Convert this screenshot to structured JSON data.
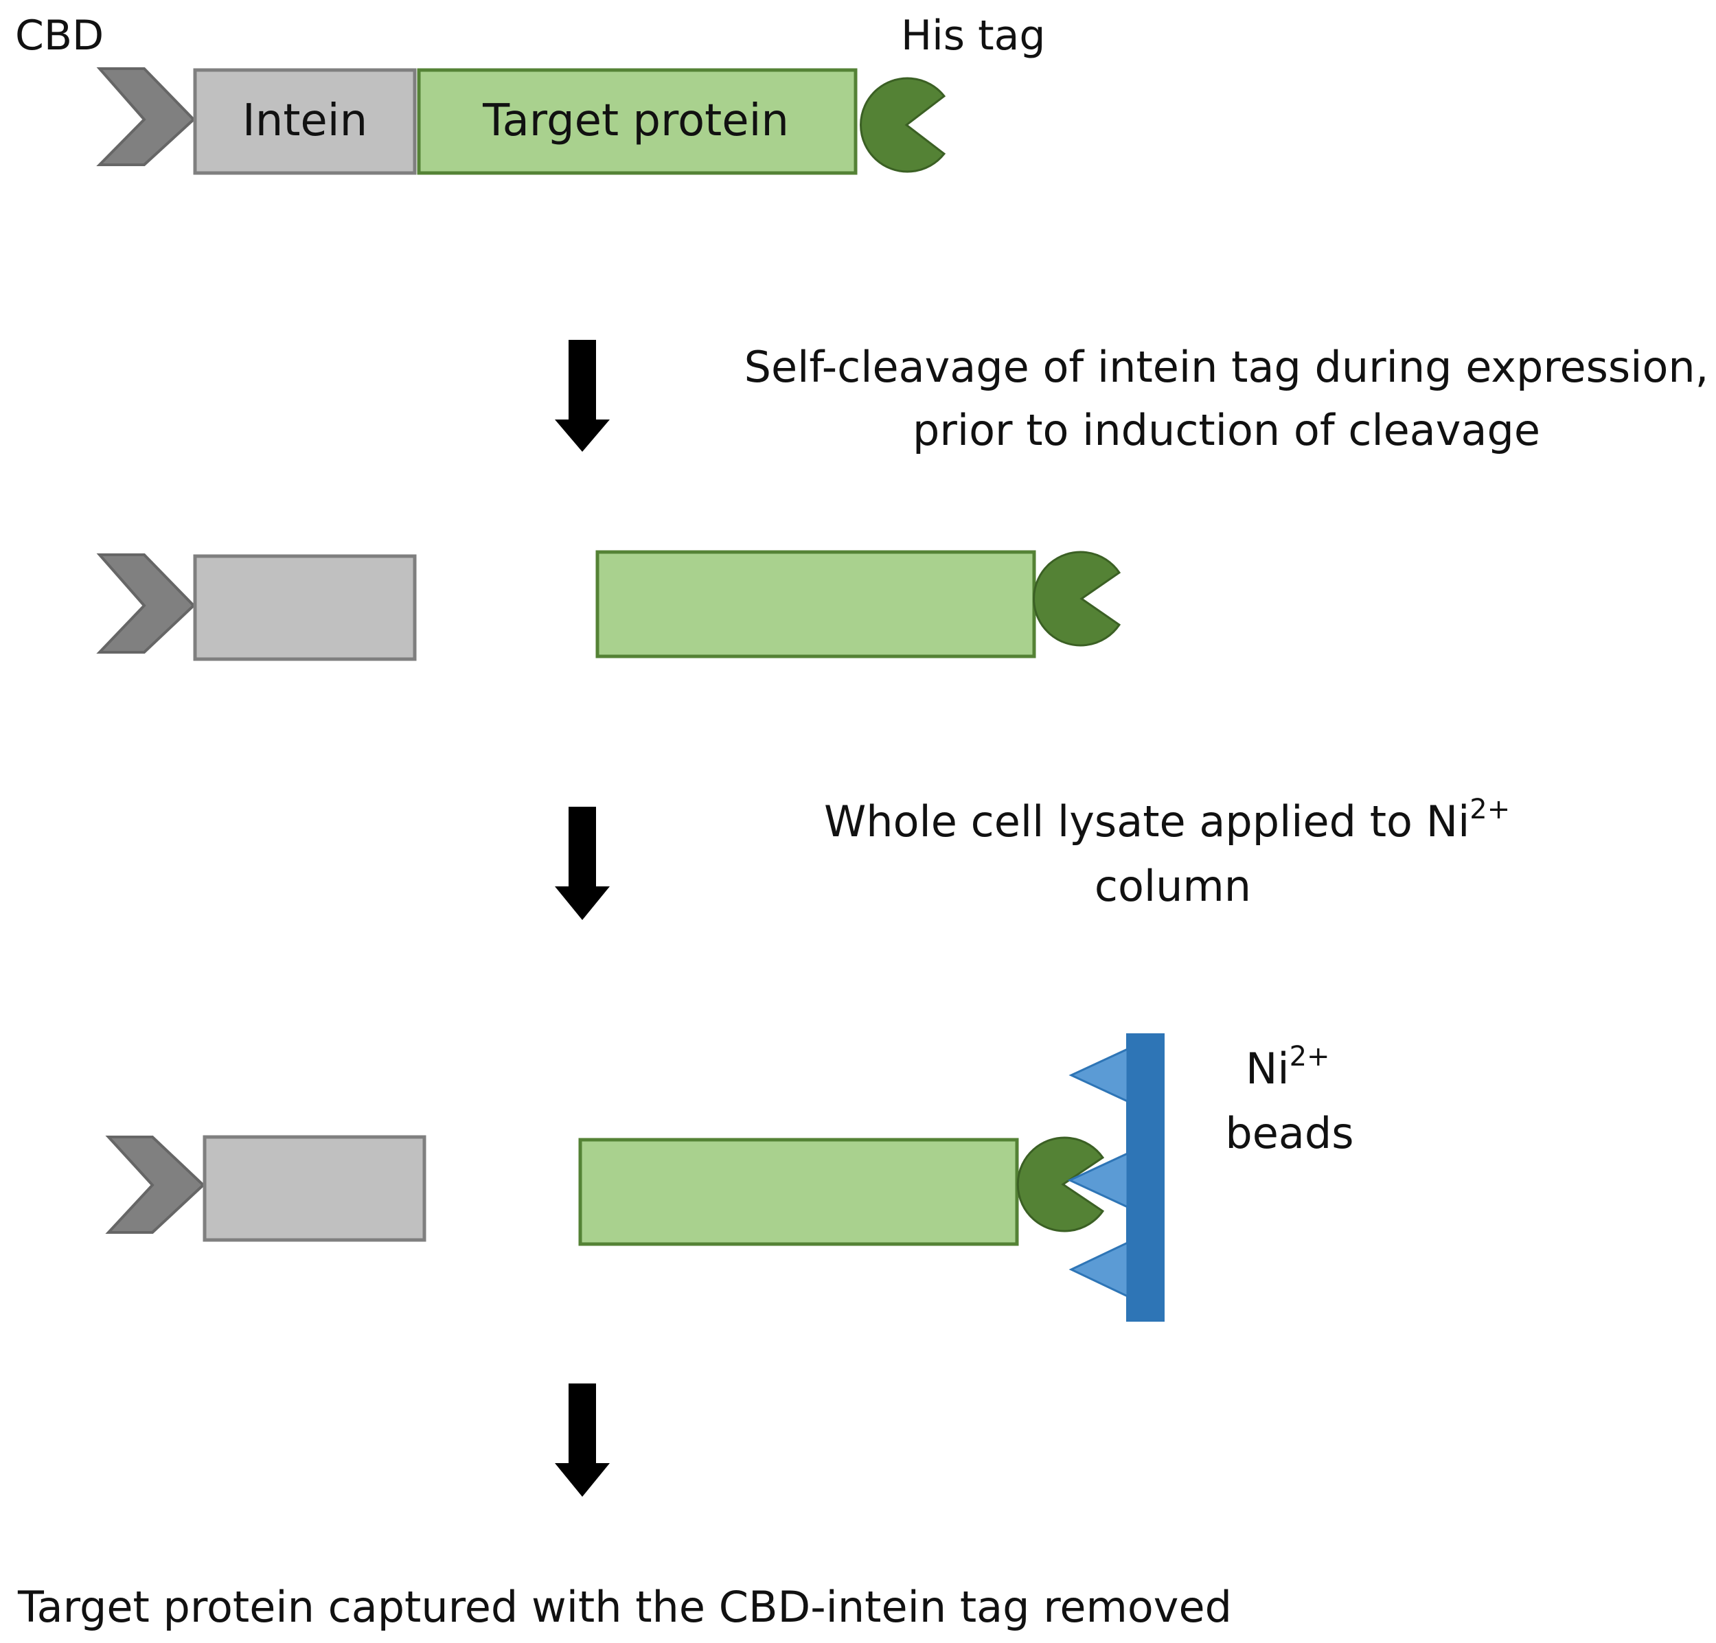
{
  "labels": {
    "cbd": "CBD",
    "his_tag": "His tag",
    "intein": "Intein",
    "target_protein": "Target protein",
    "step1_line1": "Self-cleavage of intein tag during expression,",
    "step1_line2": "prior to induction of cleavage",
    "step2_line1": "Whole cell lysate applied to Ni",
    "step2_sup": "2+",
    "step2_line2": "column",
    "beads_line1": "Ni",
    "beads_sup": "2+",
    "beads_line2": "beads",
    "result": "Target protein captured with the CBD-intein tag removed"
  },
  "colors": {
    "cbd_fill": "#808080",
    "cbd_stroke": "#666666",
    "intein_fill": "#c0c0c0",
    "intein_stroke": "#7f7f7f",
    "target_fill": "#a9d18e",
    "target_stroke": "#548235",
    "histag_fill": "#548235",
    "histag_stroke": "#3b6024",
    "arrow": "#000000",
    "bead_bar": "#2e75b6",
    "bead_spike_fill": "#5b9bd5",
    "bead_spike_stroke": "#2e75b6",
    "text": "#111111"
  }
}
